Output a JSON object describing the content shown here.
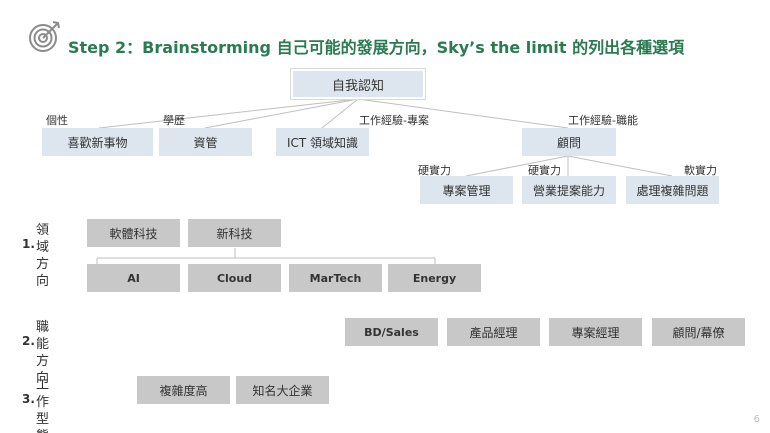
{
  "title": "Step 2：Brainstorming 自己可能的發展方向，Sky’s the limit 的列出各種選項",
  "colors": {
    "title": "#2a7a52",
    "blue_box": "#dde6ee",
    "gray_box": "#c8c8c8",
    "line": "#bfbfbf"
  },
  "mindmap": {
    "root": "自我認知",
    "branches": [
      {
        "label": "個性",
        "node": "喜歡新事物"
      },
      {
        "label": "學歷",
        "node": "資管"
      },
      {
        "label": "工作經驗-專案",
        "node": "ICT 領域知識"
      },
      {
        "label": "工作經驗-職能",
        "node": "顧問"
      }
    ],
    "sub_branches": [
      {
        "label": "硬實力",
        "node": "專案管理"
      },
      {
        "label": "硬實力",
        "node": "營業提案能力"
      },
      {
        "label": "軟實力",
        "node": "處理複雜問題"
      }
    ]
  },
  "sections": [
    {
      "num": "1.",
      "label": [
        "領域",
        "方向"
      ],
      "top_items": [
        "軟體科技",
        "新科技"
      ],
      "sub_items": [
        "AI",
        "Cloud",
        "MarTech",
        "Energy"
      ]
    },
    {
      "num": "2.",
      "label": [
        "職能",
        "方向"
      ],
      "items": [
        "BD/Sales",
        "產品經理",
        "專案經理",
        "顧問/幕僚"
      ]
    },
    {
      "num": "3.",
      "label": [
        "工作",
        "型態"
      ],
      "items": [
        "複雜度高",
        "知名大企業"
      ]
    }
  ],
  "page_number": "6"
}
